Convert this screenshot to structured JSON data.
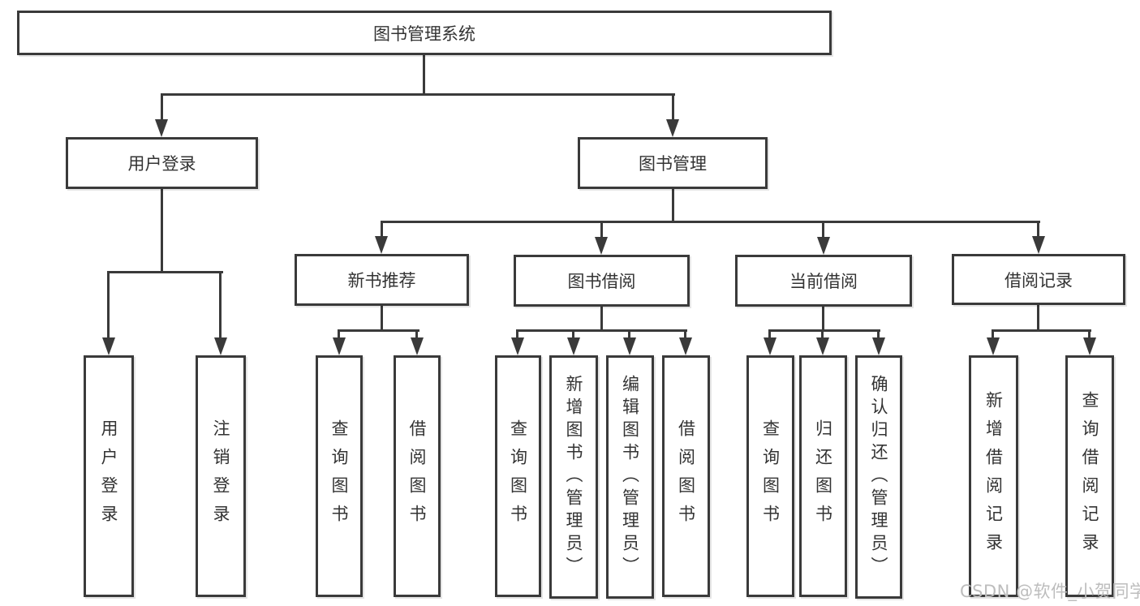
{
  "nodes": {
    "root": "图书管理系统",
    "user_login": "用户登录",
    "book_management": "图书管理",
    "new_book_recommend": "新书推荐",
    "book_borrow": "图书借阅",
    "current_borrow": "当前借阅",
    "borrow_records": "借阅记录",
    "user_login_leaf": "用户登录",
    "logout_login": "注销登录",
    "nbr_query_book": "查询图书",
    "nbr_borrow_book": "借阅图书",
    "bb_query_book": "查询图书",
    "bb_add_book_admin": "新增图书（管理员）",
    "bb_edit_book_admin": "编辑图书（管理员）",
    "bb_borrow_book": "借阅图书",
    "cb_query_book": "查询图书",
    "cb_return_book": "归还图书",
    "cb_confirm_return_admin": "确认归还（管理员）",
    "br_add_record": "新增借阅记录",
    "br_query_record": "查询借阅记录"
  },
  "watermark": "CSDN @软件_小贺同学",
  "colors": {
    "line": "#3a3a3a",
    "text": "#333333",
    "watermark": "#bdbdbd"
  }
}
